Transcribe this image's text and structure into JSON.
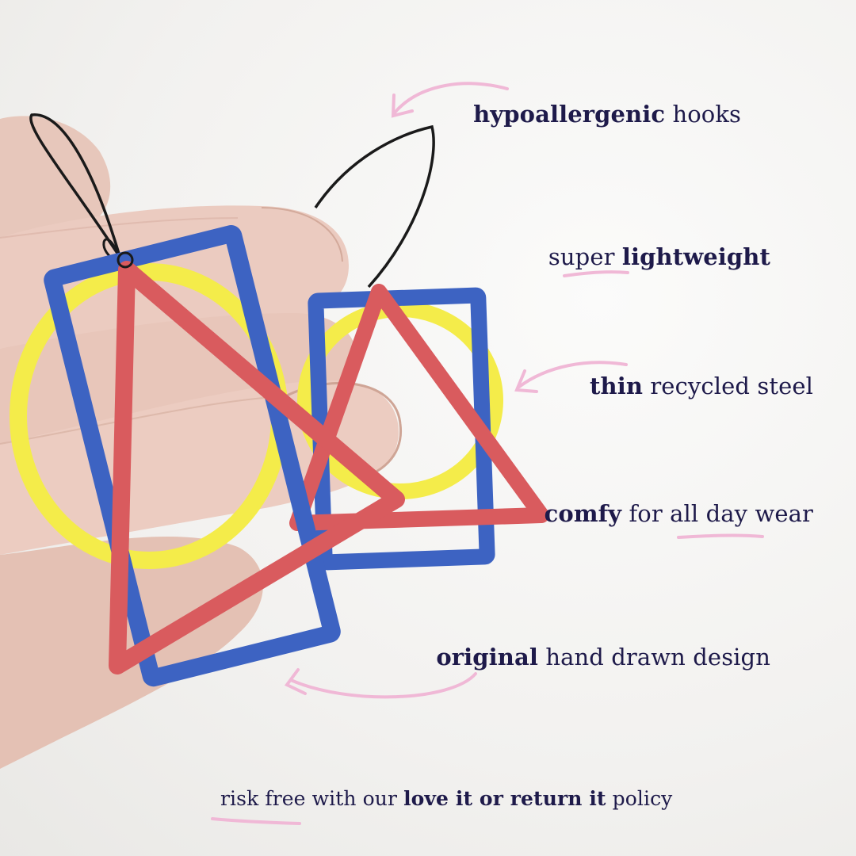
{
  "features": [
    {
      "bold": "hypoallergenic",
      "rest": "hooks"
    },
    {
      "pre": "super",
      "bold": "lightweight"
    },
    {
      "bold": "thin",
      "rest": "recycled steel"
    },
    {
      "bold": "comfy",
      "rest": "for all day wear"
    },
    {
      "bold": "original",
      "rest": "hand drawn design"
    }
  ],
  "policy": {
    "pre": "risk free with our",
    "bold": "love it or return it",
    "post": "policy"
  },
  "colors": {
    "text": "#1e1a4a",
    "accent_pink": "#f0b8d6",
    "earring_blue": "#3d63c2",
    "earring_yellow": "#f4ec4a",
    "earring_red": "#d95b5e",
    "hook_black": "#1a1a1a",
    "skin": "#e9c9bd"
  },
  "icons": [
    "arrow-hooks-icon",
    "arrow-steel-icon",
    "arrow-design-icon",
    "underline-lightweight-icon",
    "underline-comfy-icon",
    "underline-policy-icon"
  ]
}
